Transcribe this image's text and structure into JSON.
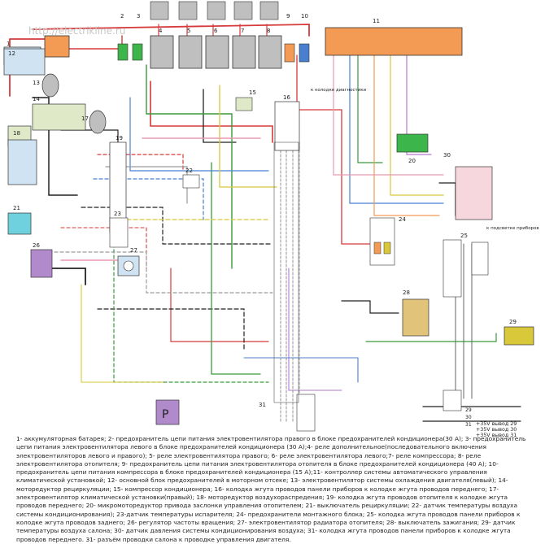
{
  "watermark": "http://electrikline.ru",
  "numbers": [
    "1",
    "2",
    "3",
    "4",
    "5",
    "6",
    "7",
    "8",
    "9",
    "10",
    "11",
    "12",
    "13",
    "14",
    "15",
    "16",
    "17",
    "18",
    "19",
    "20",
    "21",
    "22",
    "23",
    "24",
    "25",
    "26",
    "27",
    "28",
    "29",
    "30",
    "31"
  ],
  "side_labels": {
    "sensor_note": "к колодке диагностики",
    "panel_light": "к подсветке приборов",
    "relay_label": "P",
    "bus_29": "29",
    "bus_30": "30",
    "bus_31": "31"
  },
  "output_labels": [
    "+35V вывод 29",
    "+35V вывод 30",
    "+35V вывод 31"
  ],
  "legend": "1- аккумуляторная батарея; 2- предохранитель цепи питания электровентилятора правого в блоке предохранителей кондиционера(30 А); 3- предохранитель цепи питания электровентилятора левого в блоке предохранителей кондиционера (30 А);4- реле дополнительное(последовательного включения электровентиляторов левого и правого); 5- реле электровентилятора правого; 6- реле электровентилятора левого;7- реле компрессора; 8- реле электровентилятора отопителя; 9- предохранитель цепи питания электровентилятора отопителя в блоке предохранителей кондиционера (40 А); 10- предохранитель цепи питания компрессора в блоке предохранителей кондиционера (15 А);11- контроллер системы автоматического управления климатической установкой; 12- основной блок предохранителей в моторном отсеке; 13- электровентилятор системы охлаждения двигателя(левый); 14- моторедуктор рециркуляции; 15- компрессор кондиционера; 16- колодка жгута проводов панели приборов к колодке жгута проводов переднего; 17- электровентилятор климатической установки(правый); 18- моторедуктор воздухораспредения; 19- колодка жгута проводов отопителя к колодке жгута проводов переднего; 20- микромоторедуктор привода заслонки управления отопителем; 21- выключатель рециркуляции; 22- датчик температуры воздуха системы кондиционирования); 23-датчик температуры испарителя; 24- предохранители монтажного блока; 25- колодка жгута проводов панели приборов к колодке жгута проводов заднего; 26- регулятор частоты вращения; 27- электровентилятор радиатора отопителя; 28- выключатель зажигания; 29- датчик температуры воздуха салона; 30- датчик давления системы кондиционирования воздуха; 31- колодка жгута проводов панели приборов к колодке жгута проводов переднего. 31- разъём проводки салона к проводке управления двигателя.",
  "colors": {
    "red": "#d63a3a",
    "black": "#222222",
    "green": "#3a9a3a",
    "blue": "#4a7fd0",
    "yellow": "#d8c83a",
    "gray": "#9a9a9a",
    "pink": "#e89ab0",
    "orange": "#f39a55",
    "violet": "#b07ad0",
    "fill_gray": "#bfbfbf",
    "fill_green": "#3cb54a",
    "fill_lightgreen": "#dfe9c8",
    "fill_lightblue": "#cfe3f2",
    "fill_teal": "#6fd0de",
    "fill_lightpink": "#f6d7de",
    "fill_purple": "#b08acb",
    "fill_khaki": "#e2c37a"
  }
}
